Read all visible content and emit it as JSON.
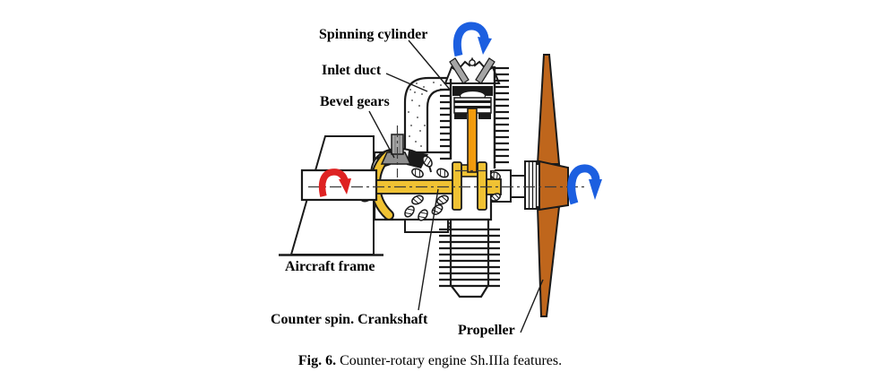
{
  "figure": {
    "labels": {
      "spinning_cylinder": "Spinning cylinder",
      "inlet_duct": "Inlet duct",
      "bevel_gears": "Bevel gears",
      "aircraft_frame": "Aircraft frame",
      "counter_crankshaft": "Counter spin. Crankshaft",
      "propeller": "Propeller"
    },
    "caption": {
      "tag": "Fig. 6.",
      "text": " Counter-rotary engine Sh.IIIa features."
    },
    "colors": {
      "background": "#ffffff",
      "outline": "#1a1a1a",
      "crankshaft_yellow": "#f0c233",
      "conrod_orange": "#f29b0d",
      "propeller_brown": "#bf661c",
      "gear_gray": "#a5a5a5",
      "gear_gray_dark": "#8f8f8f",
      "rotation_blue": "#1c5fe0",
      "rotation_red": "#de2222"
    }
  }
}
